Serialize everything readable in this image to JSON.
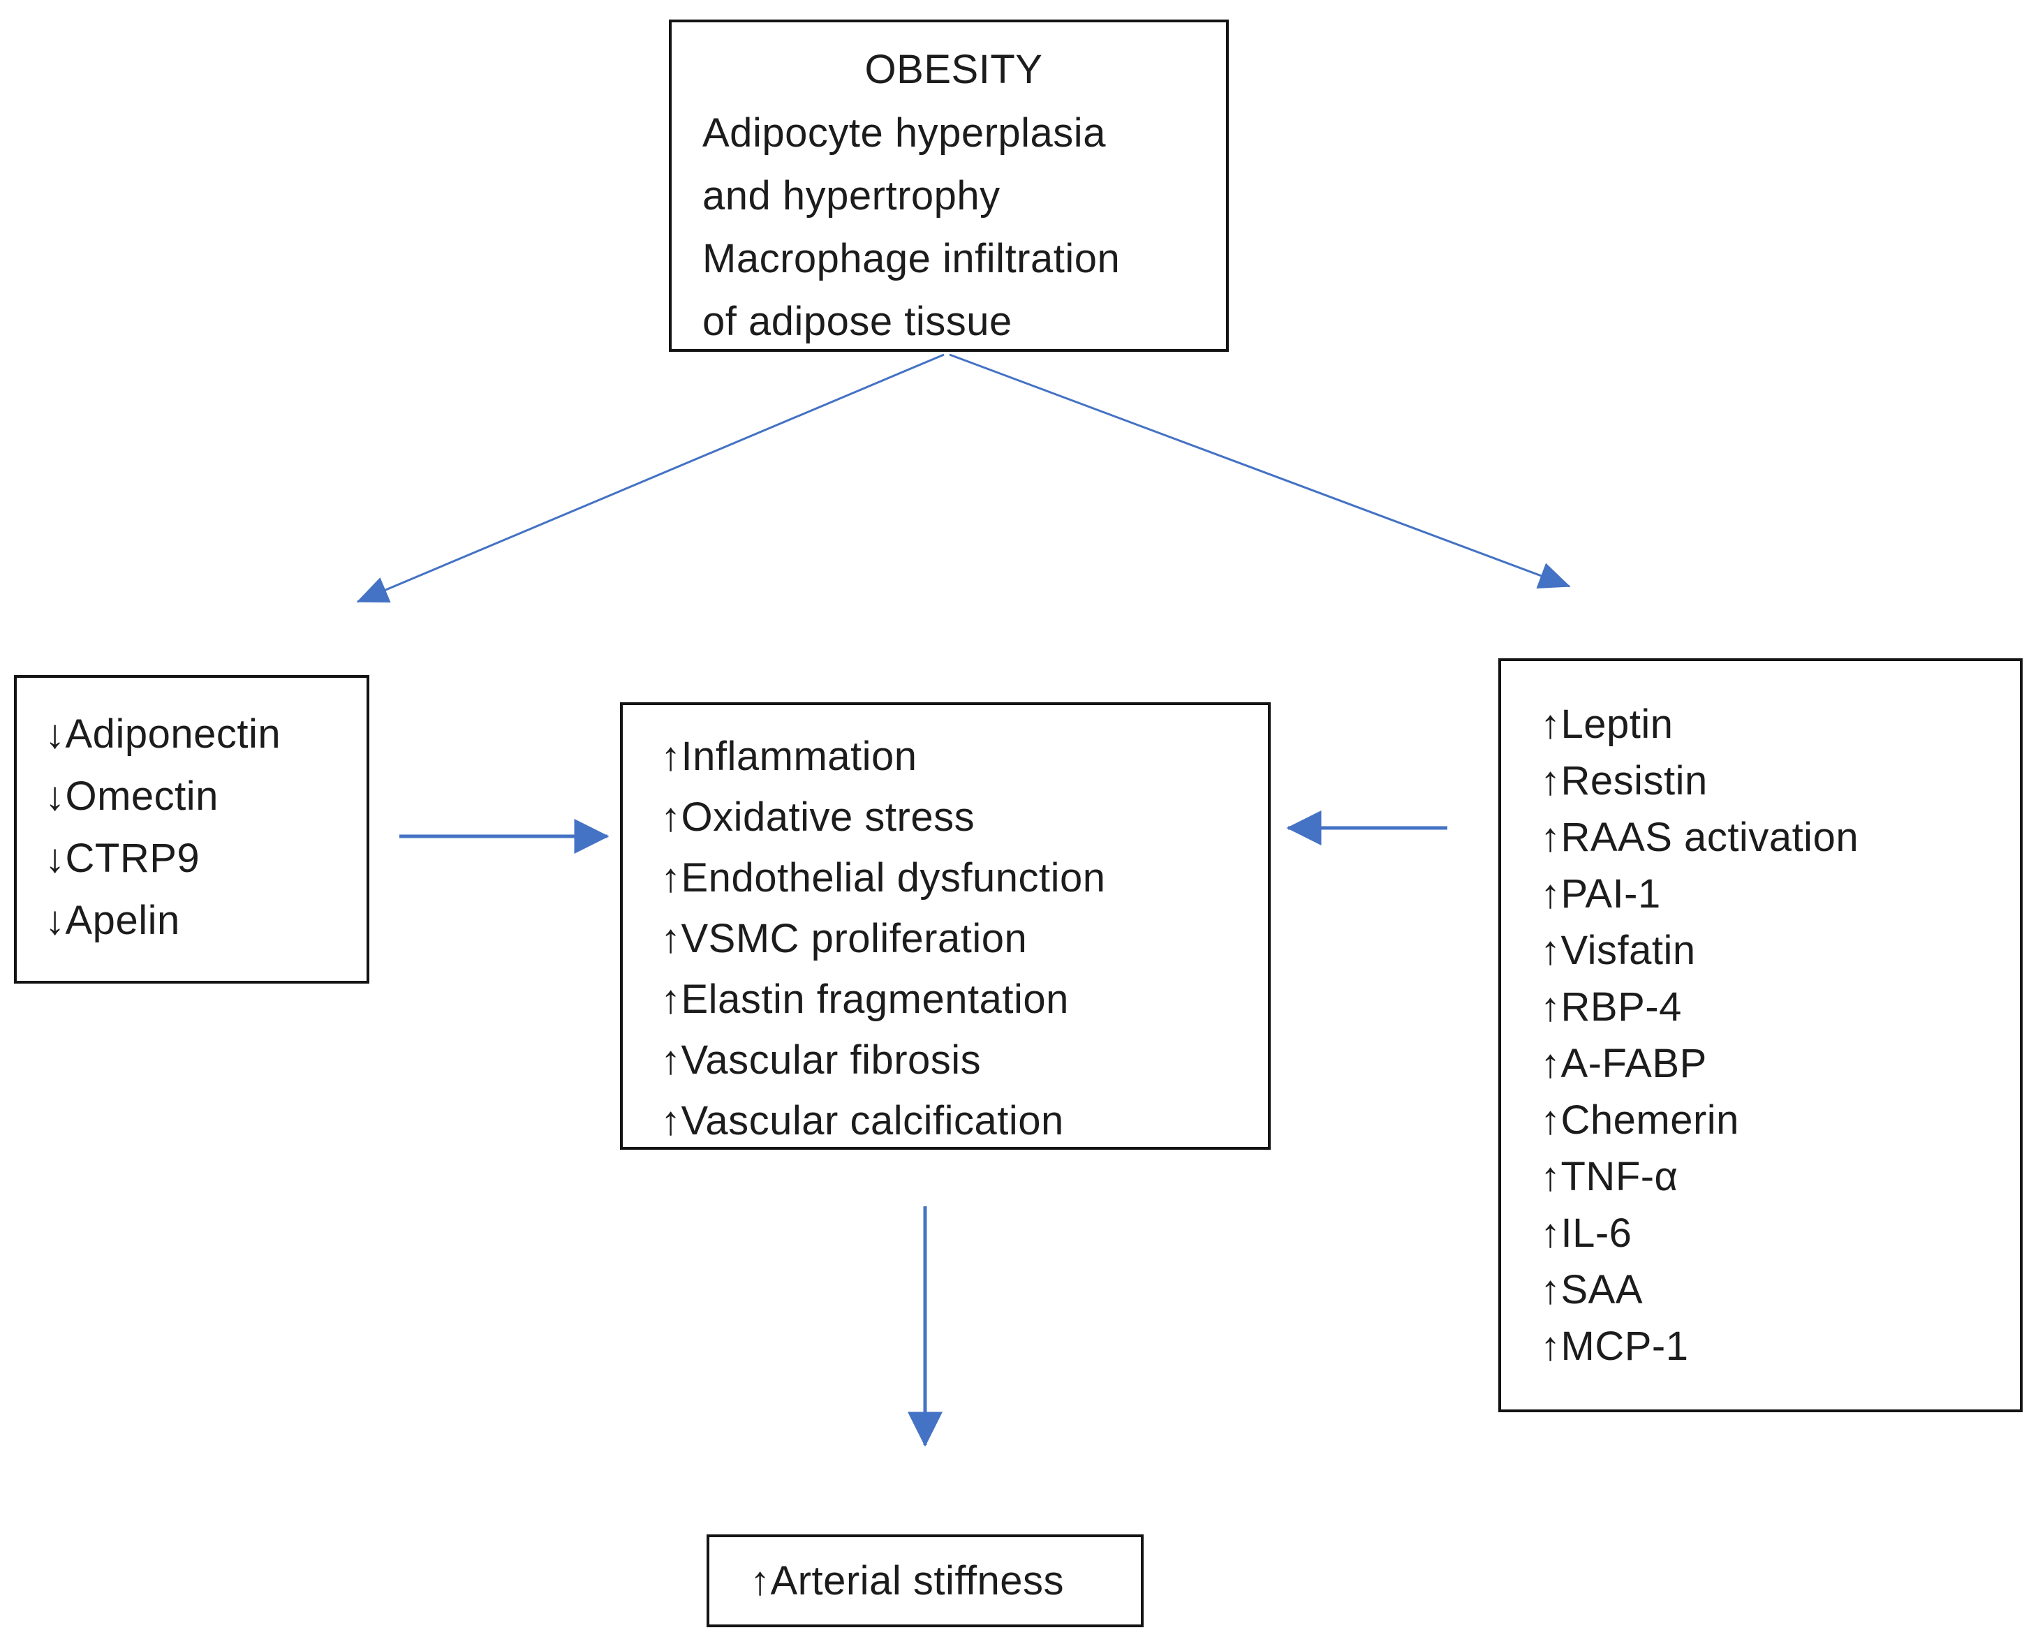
{
  "diagram": {
    "background_color": "#ffffff",
    "box_border_color": "#141414",
    "text_color": "#1c1c1c",
    "arrow_color": "#4472C4",
    "obesity_box": {
      "title": "OBESITY",
      "lines": [
        "Adipocyte hyperplasia",
        "and hypertrophy",
        "Macrophage infiltration",
        "of adipose tissue"
      ]
    },
    "decreased_adipokines_box": {
      "items": [
        "↓Adiponectin",
        "↓Omectin",
        "↓CTRP9",
        "↓Apelin"
      ]
    },
    "vascular_effects_box": {
      "items": [
        "↑Inflammation",
        "↑Oxidative stress",
        "↑Endothelial dysfunction",
        "↑VSMC proliferation",
        "↑Elastin fragmentation",
        "↑Vascular fibrosis",
        "↑Vascular calcification"
      ]
    },
    "increased_adipokines_box": {
      "items": [
        "↑Leptin",
        "↑Resistin",
        "↑RAAS activation",
        "↑PAI-1",
        "↑Visfatin",
        "↑RBP-4",
        "↑A-FABP",
        "↑Chemerin",
        "↑TNF-α",
        "↑IL-6",
        "↑SAA",
        "↑MCP-1"
      ]
    },
    "outcome_box": {
      "label": "↑Arterial stiffness"
    }
  }
}
